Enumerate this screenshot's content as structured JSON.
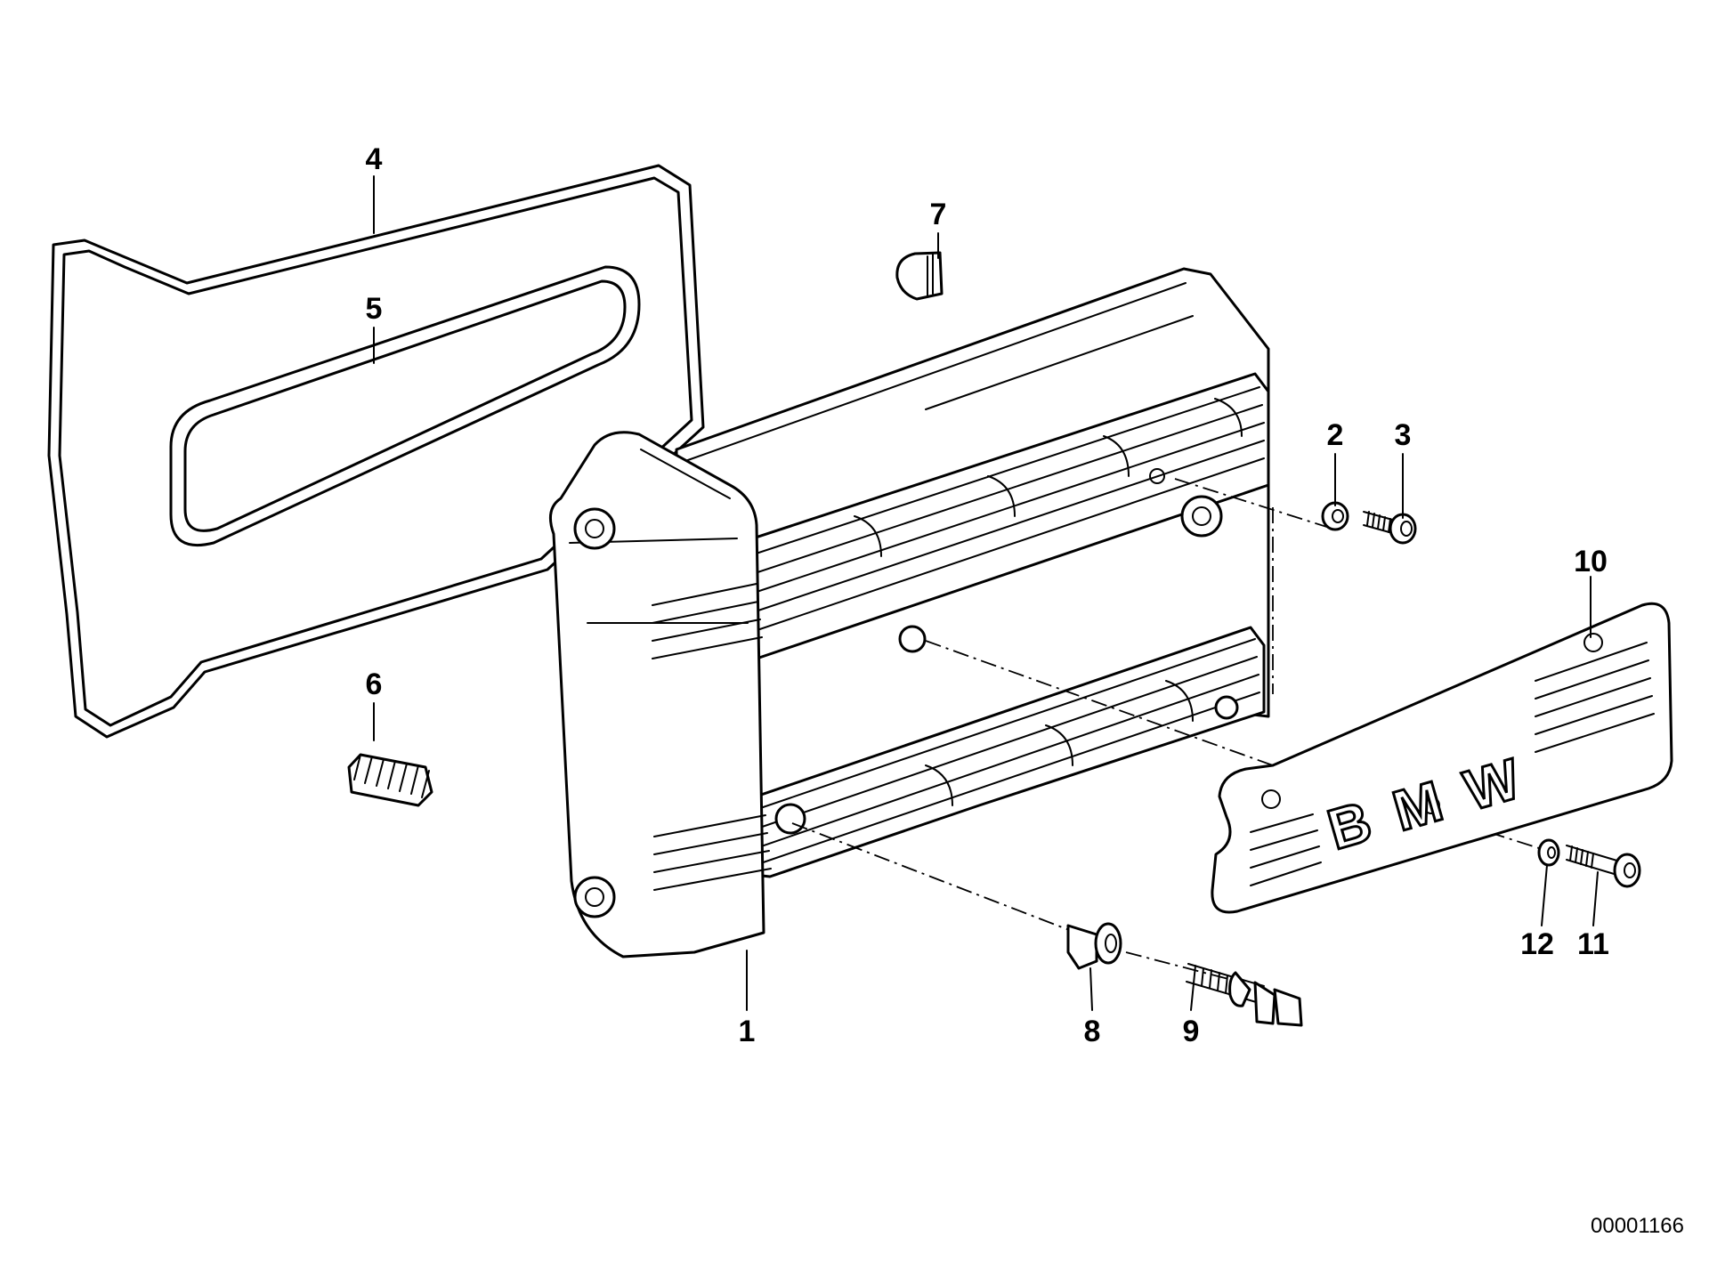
{
  "document_id": "00001166",
  "logo_text": "BMW",
  "parts": [
    {
      "number": "1",
      "icon": "cylinder-head-cover-icon"
    },
    {
      "number": "2",
      "icon": "washer-icon"
    },
    {
      "number": "3",
      "icon": "screw-icon"
    },
    {
      "number": "4",
      "icon": "outer-gasket-icon"
    },
    {
      "number": "5",
      "icon": "inner-gasket-icon"
    },
    {
      "number": "6",
      "icon": "spring-icon"
    },
    {
      "number": "7",
      "icon": "plug-icon"
    },
    {
      "number": "8",
      "icon": "bushing-icon"
    },
    {
      "number": "9",
      "icon": "bolt-icon"
    },
    {
      "number": "10",
      "icon": "cover-plate-icon"
    },
    {
      "number": "11",
      "icon": "screw-icon"
    },
    {
      "number": "12",
      "icon": "washer-icon"
    }
  ]
}
